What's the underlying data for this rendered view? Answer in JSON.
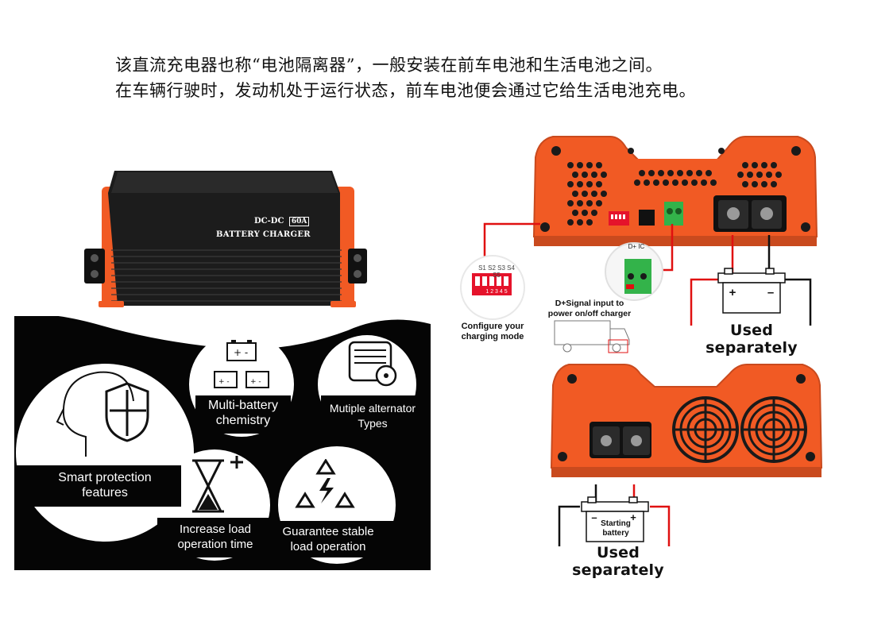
{
  "intro": {
    "line1": "该直流充电器也称“电池隔离器”，一般安装在前车电池和生活电池之间。",
    "line2": "在车辆行驶时，发动机处于运行状态，前车电池便会通过它给生活电池充电。"
  },
  "product": {
    "label_top": "DC-DC",
    "label_badge": "60A",
    "label_bottom": "BATTERY CHARGER"
  },
  "features": [
    {
      "label": "Smart protection features",
      "icon": "head-shield-icon"
    },
    {
      "label": "Multi-battery chemistry",
      "icon": "multi-battery-icon"
    },
    {
      "label": "Mutiple alternator Types",
      "icon": "alternator-icon"
    },
    {
      "label": "Increase load operation time",
      "icon": "hourglass-plus-icon"
    },
    {
      "label": "Guarantee stable load operation",
      "icon": "lightning-triangles-icon"
    }
  ],
  "diagram": {
    "configure_label": "Configure your charging mode",
    "dip_label": "S1 S2 S3 S4 S5",
    "dip_numbers": "1  2  3  4  5",
    "dplus_label": "D+  IC",
    "dsignal_label": "D+Signal input to power on/off charger",
    "used_top": "Used separately",
    "used_bottom": "Used separately",
    "starting_battery": "Starting battery",
    "plus": "+",
    "minus": "–"
  },
  "colors": {
    "orange": "#f15a24",
    "orange_dark": "#c94a1e",
    "black": "#111111",
    "red_wire": "#e01010",
    "green_term": "#33b34a"
  }
}
